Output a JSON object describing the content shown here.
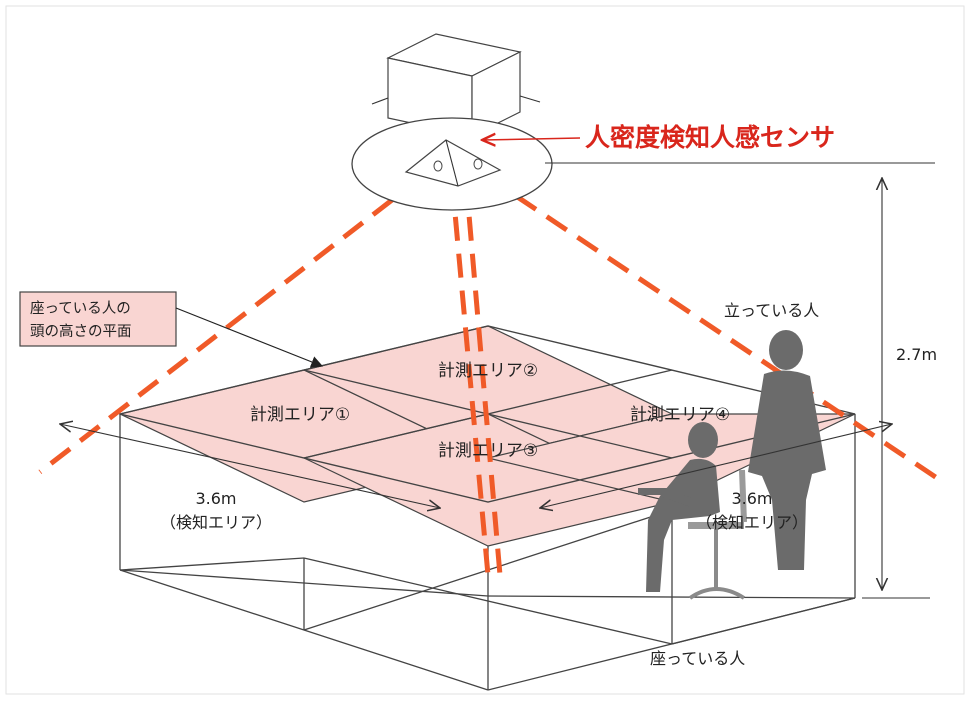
{
  "sensor": {
    "label": "人密度検知人感センサ",
    "accent": "#d9261c"
  },
  "callout": {
    "line1": "座っている人の",
    "line2": "頭の高さの平面"
  },
  "areas": [
    {
      "label": "計測エリア①"
    },
    {
      "label": "計測エリア②"
    },
    {
      "label": "計測エリア③"
    },
    {
      "label": "計測エリア④"
    }
  ],
  "dimensions": {
    "height": "2.7m",
    "left_width": "3.6m",
    "left_note": "（検知エリア）",
    "right_width": "3.6m",
    "right_note": "（検知エリア）"
  },
  "people": {
    "standing": "立っている人",
    "sitting": "座っている人"
  },
  "colors": {
    "area_fill": "#f9d5d2",
    "beam": "#f05a28",
    "person": "#6b6b6b"
  }
}
